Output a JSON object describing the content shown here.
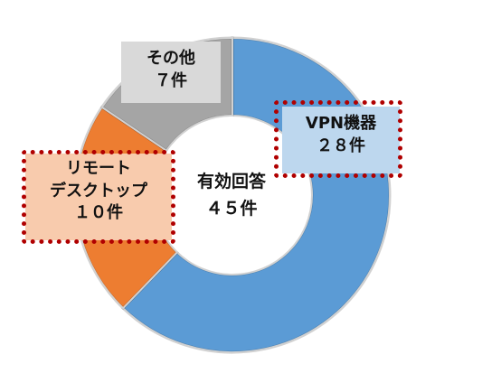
{
  "chart_data": {
    "type": "pie",
    "style": "donut",
    "center_label": {
      "line1": "有効回答",
      "line2": "４５件"
    },
    "slices": [
      {
        "name": "VPN機器",
        "value": 28,
        "value_label": "２８件",
        "highlighted": true,
        "color": "#5b9bd5",
        "label_bg": "#bdd7ee"
      },
      {
        "name": "リモートデスクトップ",
        "name_lines": [
          "リモート",
          "デスクトップ"
        ],
        "value": 10,
        "value_label": "１０件",
        "highlighted": true,
        "color": "#ed7d31",
        "label_bg": "#f8cbad"
      },
      {
        "name": "その他",
        "value": 7,
        "value_label": "７件",
        "highlighted": false,
        "color": "#a5a5a5",
        "label_bg": "#d9d9d9"
      }
    ],
    "highlight_color": "#b00000"
  }
}
